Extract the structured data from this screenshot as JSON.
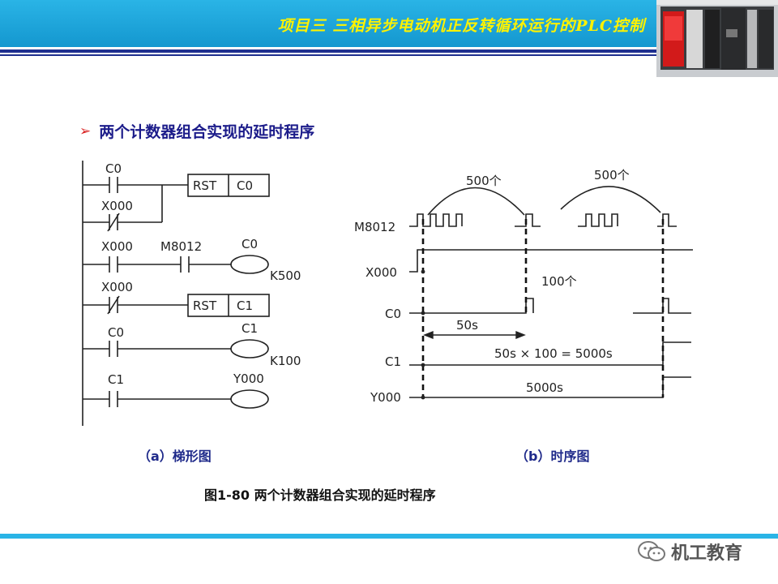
{
  "header": {
    "title": "项目三  三相异步电动机正反转循环运行的PLC控制"
  },
  "section": {
    "bullet": "➢",
    "heading": "两个计数器组合实现的延时程序"
  },
  "ladder": {
    "rung1": {
      "contact_a": "C0",
      "contact_b": "X000",
      "instr": "RST",
      "operand": "C0"
    },
    "rung2": {
      "contact_a": "X000",
      "contact_b": "M8012",
      "coil": "C0",
      "preset": "K500"
    },
    "rung3": {
      "contact": "X000",
      "instr": "RST",
      "operand": "C1"
    },
    "rung4": {
      "contact": "C0",
      "coil": "C1",
      "preset": "K100"
    },
    "rung5": {
      "contact": "C1",
      "coil": "Y000"
    }
  },
  "timing": {
    "signals": [
      "M8012",
      "X000",
      "C0",
      "C1",
      "Y000"
    ],
    "count_label_1": "500个",
    "count_label_2": "500个",
    "count_label_3": "100个",
    "interval_label": "50s",
    "formula": "50s × 100 = 5000s",
    "total_label": "5000s"
  },
  "captions": {
    "a": "（a）梯形图",
    "b": "（b）时序图",
    "figure": "图1-80   两个计数器组合实现的延时程序"
  },
  "brand": {
    "name": "机工教育"
  }
}
